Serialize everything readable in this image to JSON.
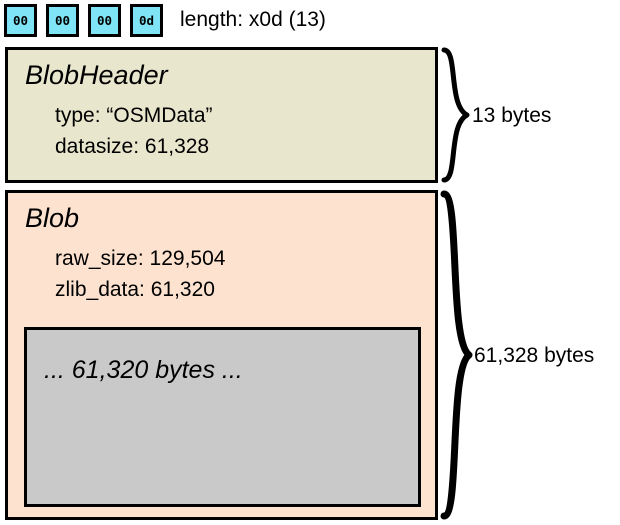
{
  "header_bytes": {
    "boxes": [
      {
        "value": "00"
      },
      {
        "value": "00"
      },
      {
        "value": "00"
      },
      {
        "value": "0d"
      }
    ],
    "length_label": "length: x0d (13)"
  },
  "blob_header": {
    "title": "BlobHeader",
    "fields": [
      "type: “OSMData”",
      "datasize: 61,328"
    ],
    "size_label": "13 bytes",
    "fill_color": "#e8e6cc"
  },
  "blob": {
    "title": "Blob",
    "fields": [
      "raw_size: 129,504",
      "zlib_data: 61,320"
    ],
    "payload_label": "... 61,320 bytes ...",
    "size_label": "61,328 bytes",
    "fill_color": "#fce2cf",
    "payload_fill_color": "#c9c9c9"
  },
  "colors": {
    "byte_box_fill": "#7fe4f5",
    "stroke": "#000000",
    "background": "#ffffff"
  }
}
